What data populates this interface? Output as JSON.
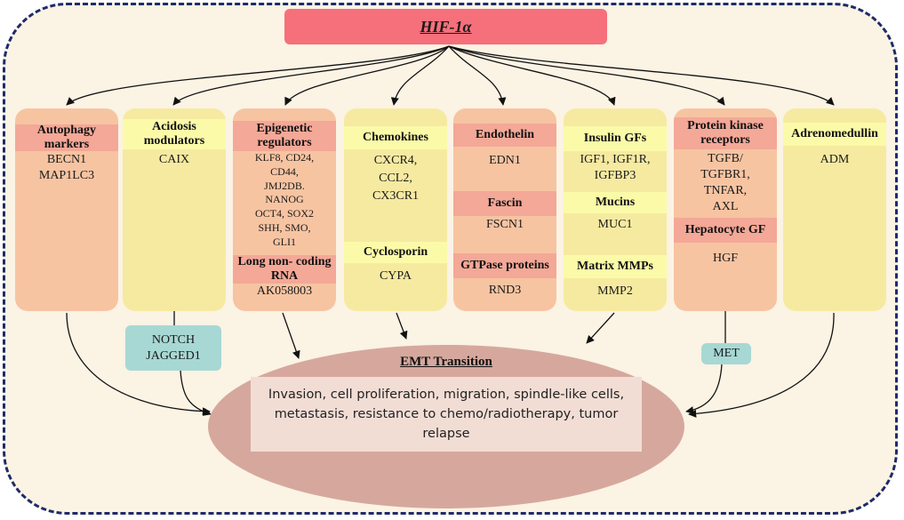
{
  "hif": {
    "label": "HIF-1α"
  },
  "columns": [
    {
      "id": "autophagy",
      "h1": "Autophagy\nmarkers",
      "t1": "BECN1\nMAP1LC3"
    },
    {
      "id": "acidosis",
      "h1": "Acidosis\nmodulators",
      "t1": "CAIX"
    },
    {
      "id": "epigenetic",
      "h1": "Epigenetic\nregulators",
      "t1": "KLF8, CD24,\nCD44,\nJMJ2DB.\nNANOG\nOCT4, SOX2\nSHH, SMO,\nGLI1",
      "h2": "Long non-\ncoding RNA",
      "t2": "AK058003"
    },
    {
      "id": "chemokines",
      "h1": "Chemokines",
      "t1": "CXCR4,\nCCL2,\nCX3CR1",
      "h2": "Cyclosporin",
      "t2": "CYPA"
    },
    {
      "id": "endothelin",
      "h1": "Endothelin",
      "t1": "EDN1",
      "h2": "Fascin",
      "t2": "FSCN1",
      "h3": "GTPase proteins",
      "t3": "RND3"
    },
    {
      "id": "insulin",
      "h1": "Insulin GFs",
      "t1": "IGF1, IGF1R,\nIGFBP3",
      "h2": "Mucins",
      "t2": "MUC1",
      "h3": "Matrix MMPs",
      "t3": "MMP2"
    },
    {
      "id": "pkr",
      "h1": "Protein kinase\nreceptors",
      "t1": "TGFB/\nTGFBR1,\nTNFAR,\nAXL",
      "h2": "Hepatocyte GF",
      "t2": "HGF"
    },
    {
      "id": "adm",
      "h1": "Adrenomedullin",
      "t1": "ADM"
    }
  ],
  "notch": {
    "label": "NOTCH\nJAGGED1"
  },
  "met": {
    "label": "MET"
  },
  "emt": {
    "title": "EMT Transition",
    "description": "Invasion, cell proliferation, migration, spindle-like cells, metastasis, resistance to chemo/radiotherapy, tumor relapse"
  },
  "colors": {
    "header": "#f6707b",
    "pink_column": "#f7c4a2",
    "yellow_column": "#f6eaa1",
    "teal": "#a7d8d4",
    "ellipse": "#d6a89d",
    "frame": "#1d2b6b"
  }
}
